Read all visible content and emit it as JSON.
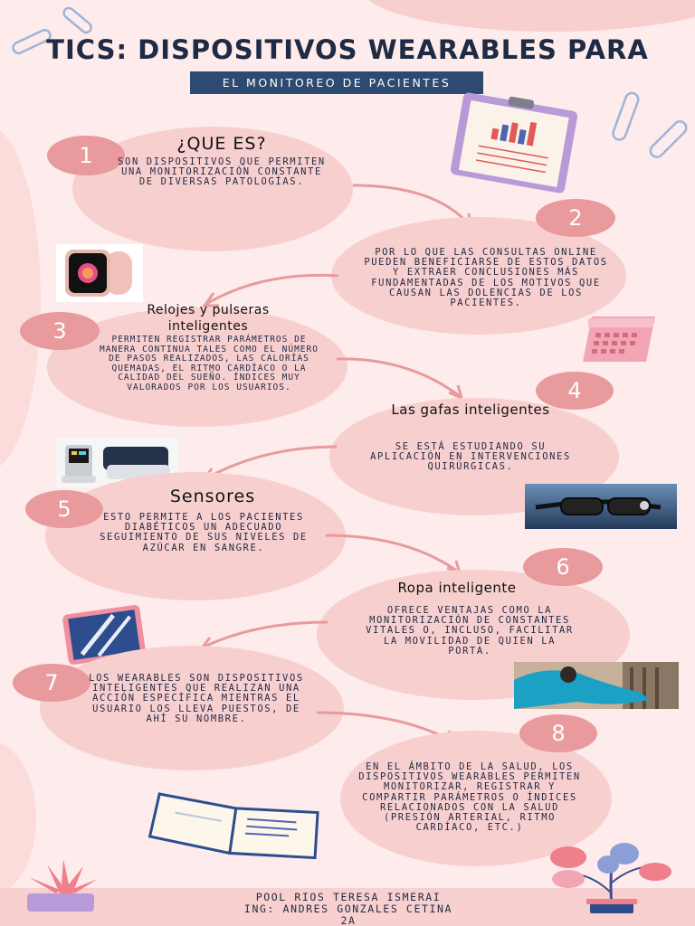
{
  "title": "TICS: DISPOSITIVOS WEARABLES PARA",
  "subtitle": "EL MONITOREO DE PACIENTES",
  "steps": [
    {
      "number": "1",
      "heading": "¿QUE ES?",
      "text": "SON DISPOSITIVOS QUE PERMITEN UNA MONITORIZACIÓN CONSTANTE DE DIVERSAS PATOLOGÍAS."
    },
    {
      "number": "2",
      "heading": "",
      "text": "POR LO QUE LAS CONSULTAS ONLINE PUEDEN BENEFICIARSE DE ESTOS DATOS Y EXTRAER CONCLUSIONES MÁS FUNDAMENTADAS DE LOS MOTIVOS QUE CAUSAN LAS DOLENCIAS DE LOS PACIENTES."
    },
    {
      "number": "3",
      "heading": "Relojes y pulseras inteligentes",
      "text": "PERMITEN REGISTRAR PARÁMETROS DE MANERA CONTINUA TALES COMO EL NÚMERO DE PASOS REALIZADOS, LAS CALORÍAS QUEMADAS, EL RITMO CARDÍACO O LA CALIDAD DEL SUEÑO. ÍNDICES MUY VALORADOS POR LOS USUARIOS."
    },
    {
      "number": "4",
      "heading": "Las gafas inteligentes",
      "text": "SE ESTÁ ESTUDIANDO SU APLICACIÓN EN INTERVENCIONES QUIRÚRGICAS."
    },
    {
      "number": "5",
      "heading": "Sensores",
      "text": "ESTO PERMITE A LOS PACIENTES DIABÉTICOS UN ADECUADO SEGUIMIENTO DE SUS NIVELES DE AZÚCAR EN SANGRE."
    },
    {
      "number": "6",
      "heading": "Ropa inteligente",
      "text": "OFRECE VENTAJAS COMO LA MONITORIZACIÓN DE CONSTANTES VITALES O, INCLUSO, FACILITAR LA MOVILIDAD DE QUIEN LA PORTA."
    },
    {
      "number": "7",
      "heading": "",
      "text": "LOS WEARABLES SON DISPOSITIVOS INTELIGENTES QUE REALIZAN UNA ACCIÓN ESPECÍFICA MIENTRAS EL USUARIO LOS LLEVA PUESTOS, DE AHÍ SU NOMBRE."
    },
    {
      "number": "8",
      "heading": "",
      "text": "EN EL ÁMBITO DE LA SALUD, LOS DISPOSITIVOS WEARABLES PERMITEN MONITORIZAR, REGISTRAR Y COMPARTIR PARÁMETROS O ÍNDICES RELACIONADOS CON LA SALUD (PRESIÓN ARTERIAL, RITMO CARDÍACO, ETC.)"
    }
  ],
  "footer": {
    "author": "POOL RIOS TERESA ISMERAI",
    "teacher": "ING: ANDRES GONZALES CETINA",
    "group": "2A"
  },
  "colors": {
    "background": "#fdeceb",
    "blob": "#f8cfcf",
    "number_circle": "#e89a9c",
    "title": "#1f2a44",
    "subtitle_bg": "#2d4a73"
  }
}
